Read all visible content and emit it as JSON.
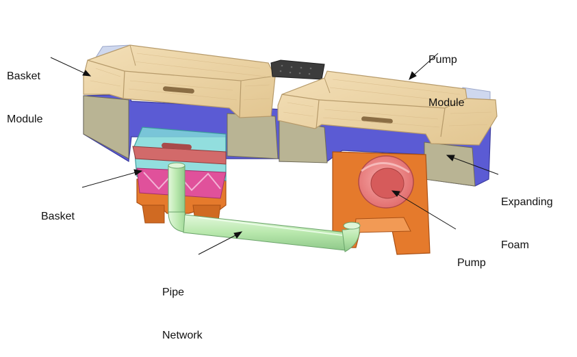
{
  "labels": {
    "basket_module": [
      "Basket",
      "Module"
    ],
    "pump_module": [
      "Pump",
      "Module"
    ],
    "basket": [
      "Basket"
    ],
    "expanding_foam": [
      "Expanding",
      "Foam"
    ],
    "pump": [
      "Pump"
    ],
    "pipe_network": [
      "Pipe",
      "Network"
    ]
  },
  "colors": {
    "wood": "#ecd3a6",
    "wood_grain": "#d7b987",
    "foam": "#b9b494",
    "shell": "#5b5bd4",
    "basket": "#7fd8d8",
    "basket_inner": "#e0519b",
    "pipe": "#c4eebb",
    "pump_housing": "#e57a2c",
    "pump_body": "#f08d8d",
    "plate": "#3c3c3c"
  }
}
